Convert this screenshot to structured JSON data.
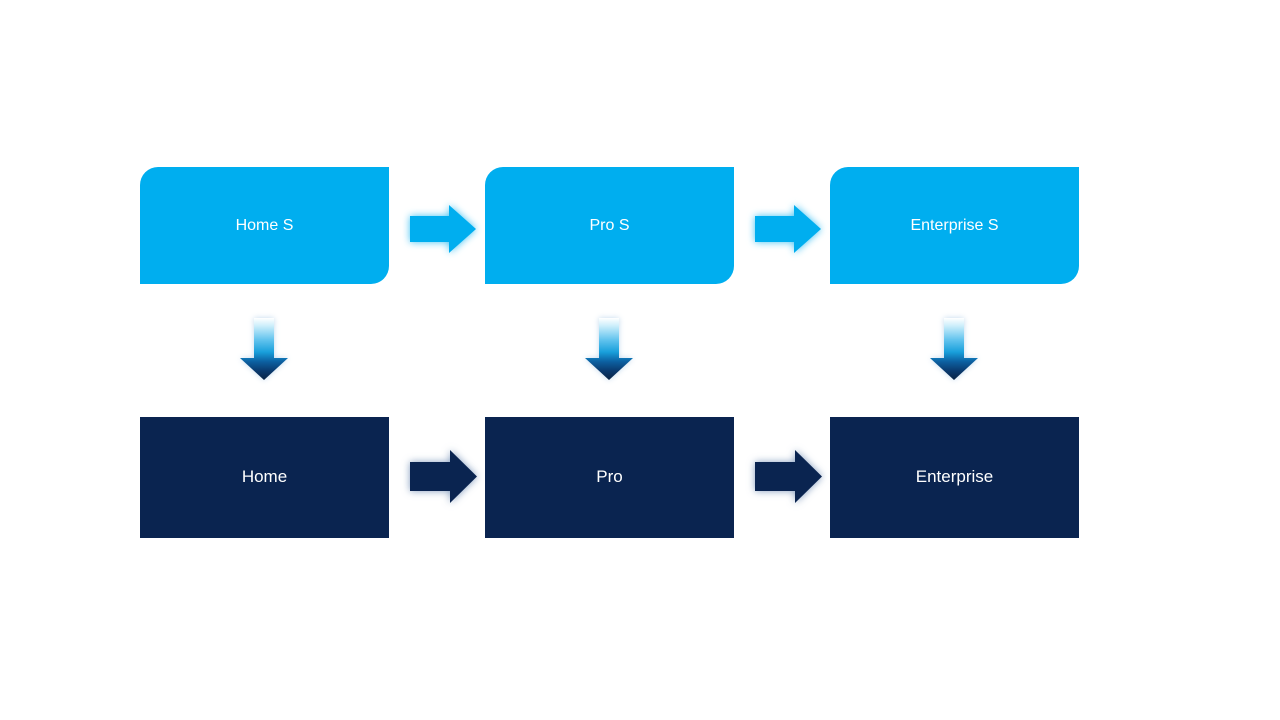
{
  "diagram": {
    "title": "",
    "top_row": {
      "boxes": [
        {
          "label": "Home S"
        },
        {
          "label": "Pro S"
        },
        {
          "label": "Enterprise S"
        }
      ],
      "fill": "#00AEEF",
      "text_color": "#FFFFFF",
      "corner_style": "rounded-diagonal"
    },
    "bottom_row": {
      "boxes": [
        {
          "label": "Home"
        },
        {
          "label": "Pro"
        },
        {
          "label": "Enterprise"
        }
      ],
      "fill": "#0A2450",
      "text_color": "#FFFFFF",
      "corner_style": "square"
    },
    "arrows": {
      "horizontal_top": {
        "count": 2,
        "fill": "#00AEEF",
        "glow": "#8FDCFA",
        "direction": "right"
      },
      "horizontal_bottom": {
        "count": 2,
        "fill": "#0A2450",
        "glow": "#A9BFD9",
        "direction": "right"
      },
      "vertical": {
        "count": 3,
        "gradient_top": "#FFFFFF",
        "gradient_mid": "#1E9FDB",
        "gradient_bottom": "#0A2343",
        "direction": "down"
      }
    },
    "background": "#FFFFFF"
  }
}
